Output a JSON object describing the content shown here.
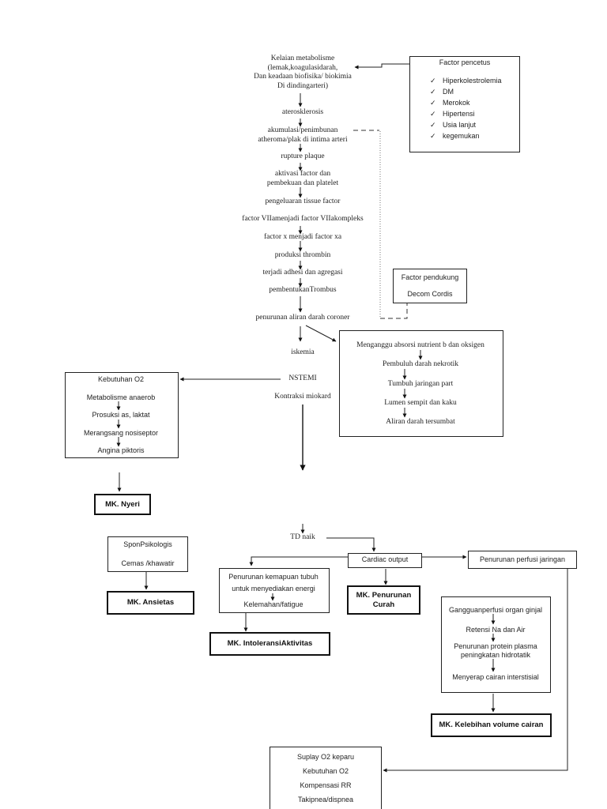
{
  "main_flow": {
    "kelainan": [
      "Kelaian metabolisme",
      "(lemak,koagulasidarah,",
      "Dan keadaan biofisika/ biokimia",
      "Di dindingarteri)"
    ],
    "aterosklerosis": "aterosklerosis",
    "akumulasi": [
      "akumulasi/penimbunan",
      "atheroma/plak di intima arteri"
    ],
    "rupture": "rupture plaque",
    "aktivasi": [
      "aktivasi factor dan",
      "pembekuan dan platelet"
    ],
    "pengeluaran": "pengeluaran tissue factor",
    "factor_vii": "factor VIIamenjadi factor VIIakompleks",
    "factor_x": "factor x menjadi factor xa",
    "thrombin": "produksi thrombin",
    "adhesi": "terjadi adhesi dan agregasi",
    "trombus": "pembentukanTrombus",
    "penurunan_aliran": "penurunan aliran darah coroner",
    "iskemia": "iskemia",
    "nstemi": "NSTEMI",
    "kontraksi": "Kontraksi miokard",
    "td_naik": "TD naik"
  },
  "factor_pencetus": {
    "title": "Factor pencetus",
    "check_icon": "✓",
    "items": [
      "Hiperkolestrolemia",
      "DM",
      "Merokok",
      "Hipertensi",
      "Usia lanjut",
      "kegemukan"
    ]
  },
  "factor_pendukung": {
    "title": "Factor pendukung",
    "item": "Decom Cordis"
  },
  "absorpsi_box": [
    "Menganggu absorsi nutrient b dan oksigen",
    "Pembuluh darah nekrotik",
    "Tumbuh jaringan part",
    "Lumen sempit dan kaku",
    "Aliran darah tersumbat"
  ],
  "kebutuhan_box": [
    "Kebutuhan O2",
    "Metabolisme anaerob",
    "Prosuksi as, laktat",
    "Merangsang nosiseptor",
    "Angina piktoris"
  ],
  "psikologis_box": [
    "SponPsikologis",
    "Cemas /khawatir"
  ],
  "cardiac_output": "Cardiac output",
  "perfusi_jaringan": "Penurunan perfusi jaringan",
  "kemampuan_box": [
    "Penurunan kemapuan tubuh",
    "untuk menyediakan energi",
    "Kelemahan/fatigue"
  ],
  "ginjal_box": [
    "Gangguanperfusi organ ginjal",
    "Retensi Na dan Air",
    "Penurunan protein plasma",
    "peningkatan hidrotatik",
    "Menyerap cairan interstisial"
  ],
  "paru_box": [
    "Suplay O2 keparu",
    "Kebutuhan O2",
    "Kompensasi RR",
    "Takipnea/dispnea"
  ],
  "diagnoses": {
    "nyeri": "MK. Nyeri",
    "ansietas": "MK. Ansietas",
    "intoleransi": "MK. IntoleransiAktivitas",
    "curah": [
      "MK. Penurunan",
      "Curah"
    ],
    "kelebihan": "MK. Kelebihan volume cairan"
  }
}
